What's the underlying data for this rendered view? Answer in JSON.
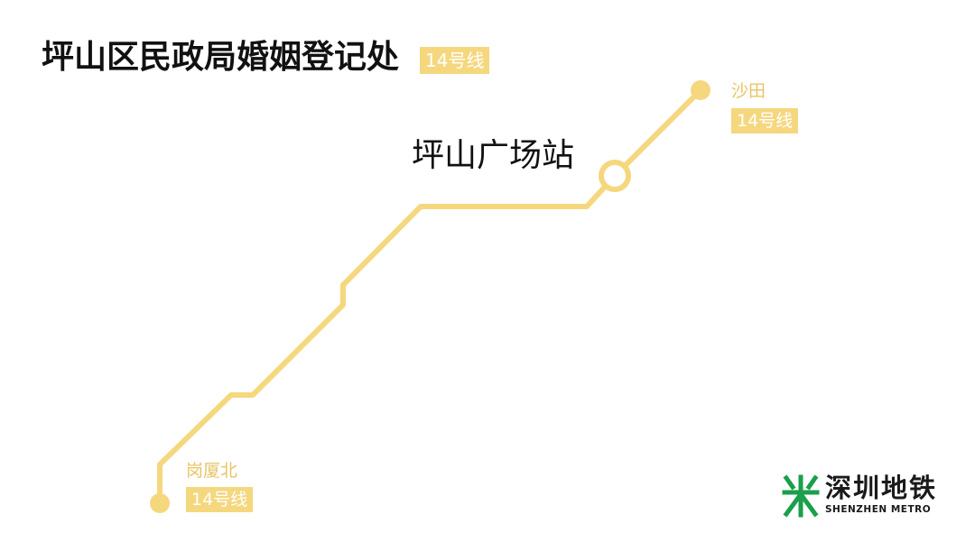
{
  "colors": {
    "line": "#f5d77e",
    "label": "#e8c466",
    "logo_green": "#1a9f4b"
  },
  "header": {
    "title": "坪山区民政局婚姻登记处",
    "line_badge": "14号线"
  },
  "current_station": {
    "name": "坪山广场站"
  },
  "stations": {
    "shatian": {
      "name": "沙田",
      "line": "14号线"
    },
    "gangxia_north": {
      "name": "岗厦北",
      "line": "14号线"
    }
  },
  "logo": {
    "icon": "shenzhen-metro-logo-icon",
    "name_cn": "深圳地铁",
    "name_en": "SHENZHEN METRO"
  }
}
